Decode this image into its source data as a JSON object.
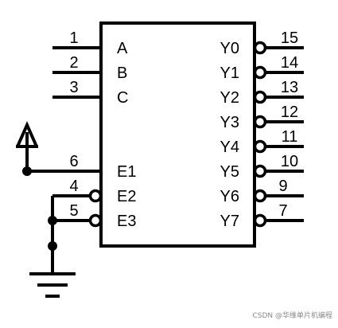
{
  "chip": {
    "left_pins": [
      {
        "num": "1",
        "label": "A"
      },
      {
        "num": "2",
        "label": "B"
      },
      {
        "num": "3",
        "label": "C"
      },
      {
        "num": "6",
        "label": "E1"
      },
      {
        "num": "4",
        "label": "E2"
      },
      {
        "num": "5",
        "label": "E3"
      }
    ],
    "right_pins": [
      {
        "num": "15",
        "label": "Y0"
      },
      {
        "num": "14",
        "label": "Y1"
      },
      {
        "num": "13",
        "label": "Y2"
      },
      {
        "num": "12",
        "label": "Y3"
      },
      {
        "num": "11",
        "label": "Y4"
      },
      {
        "num": "10",
        "label": "Y5"
      },
      {
        "num": "9",
        "label": "Y6"
      },
      {
        "num": "7",
        "label": "Y7"
      }
    ]
  },
  "watermark": "CSDN @华维单片机编程",
  "colors": {
    "stroke": "#000000",
    "background": "#ffffff",
    "watermark": "#8a8a8a"
  }
}
